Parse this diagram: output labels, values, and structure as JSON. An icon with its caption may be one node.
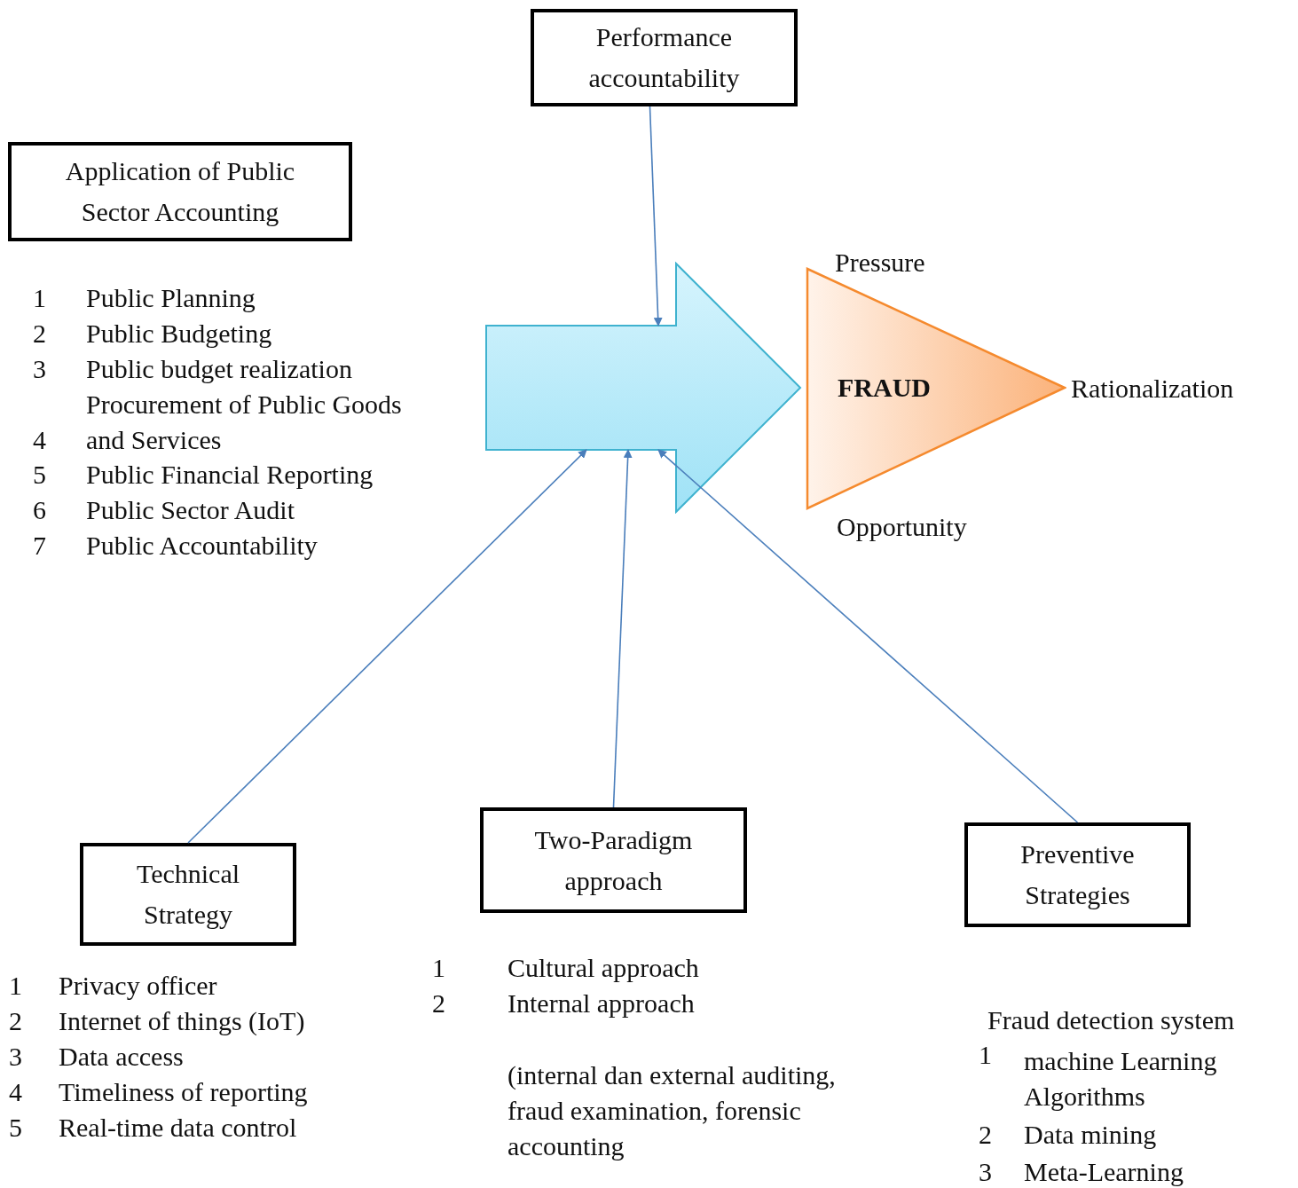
{
  "diagram": {
    "nodes": [
      {
        "text": [
          "Performance accountability"
        ]
      },
      {
        "text": [
          "Application of Public Sector Accounting"
        ]
      },
      {
        "text": [],
        "shape": "arrow"
      },
      {
        "text": [
          "FRAUD"
        ],
        "beside": [
          "Pressure",
          "Rationalization",
          "Opportunity"
        ]
      },
      {
        "text": [
          "Technical Strategy"
        ]
      },
      {
        "text": [
          "Two-Paradigm approach"
        ]
      },
      {
        "text": [
          "Preventive Strategies"
        ]
      }
    ],
    "edges": [
      {
        "from": 0,
        "to": 2,
        "arrow": "to"
      },
      {
        "from": 4,
        "to": 2,
        "arrow": "to"
      },
      {
        "from": 5,
        "to": 2,
        "arrow": "to"
      },
      {
        "from": 6,
        "to": 2,
        "arrow": "to"
      }
    ],
    "labels": [
      "1",
      "Public Planning",
      "2",
      "Public Budgeting",
      "3",
      "Public budget realization",
      "Procurement of Public Goods and Services",
      "4",
      "5",
      "Public Financial Reporting",
      "6",
      "Public Sector Audit",
      "7",
      "Public Accountability",
      "1",
      "Privacy officer",
      "2",
      "Internet of things (IoT)",
      "3",
      "Data access",
      "4",
      "Timeliness of reporting",
      "5",
      "Real-time data control",
      "1",
      "Cultural approach",
      "2",
      "Internal approach",
      "(internal dan external auditing, fraud examination, forensic accounting",
      "Fraud detection system",
      "1",
      "machine Learning Algorithms",
      "2",
      "Data mining",
      "3",
      "Meta-Learning"
    ]
  }
}
